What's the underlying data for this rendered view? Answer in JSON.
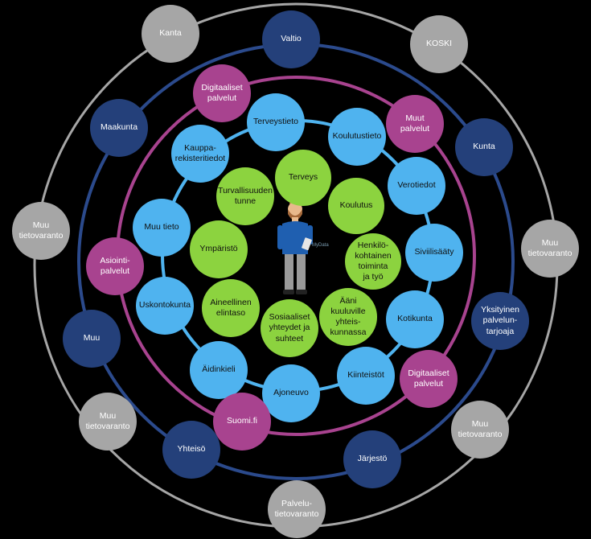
{
  "colors": {
    "green": "#8cd33f",
    "blue": "#4fb3ef",
    "magenta": "#a8438f",
    "navy": "#24407a",
    "gray": "#a6a6a6",
    "ring_outer": "#a6a6a6",
    "ring_navy": "#2b4a8c",
    "ring_magenta": "#a8438f",
    "ring_blue": "#4fb3ef"
  },
  "center": {
    "watermark": "MyData"
  },
  "green_nodes": {
    "terveys": "Terveys",
    "koulutus": "Koulutus",
    "henkilo": "Henkilö-\nkohtainen\ntoiminta\nja työ",
    "aani": "Ääni\nkuuluville\nyhteis-\nkunnassa",
    "sosiaaliset": "Sosiaaliset\nyhteydet ja\nsuhteet",
    "aineellinen": "Aineellinen\nelintaso",
    "ymparisto": "Ympäristö",
    "turvallisuus": "Turvallisuuden\ntunne"
  },
  "blue_nodes": {
    "terveystieto": "Terveystieto",
    "koulutustieto": "Koulutustieto",
    "verotiedot": "Verotiedot",
    "siviilisaaty": "Siviilisääty",
    "kotikunta": "Kotikunta",
    "kiinteistot": "Kiinteistöt",
    "ajoneuvo": "Ajoneuvo",
    "aidinkieli": "Äidinkieli",
    "uskontokunta": "Uskontokunta",
    "muu_tieto": "Muu tieto",
    "kauppa": "Kauppa-\nrekisteritiedot"
  },
  "magenta_nodes": {
    "digitaaliset_top": "Digitaaliset\npalvelut",
    "muut_palvelut": "Muut\npalvelut",
    "digitaaliset_bottom": "Digitaaliset\npalvelut",
    "suomifi": "Suomi.fi",
    "asiointi": "Asiointi-\npalvelut"
  },
  "navy_nodes": {
    "valtio": "Valtio",
    "kunta": "Kunta",
    "yksityinen": "Yksityinen\npalvelun-\ntarjoaja",
    "jarjesto": "Järjestö",
    "yhteiso": "Yhteisö",
    "muu": "Muu",
    "maakunta": "Maakunta"
  },
  "gray_nodes": {
    "kanta": "Kanta",
    "koski": "KOSKI",
    "muu_right": "Muu\ntietovaranto",
    "muu_bottom_right": "Muu\ntietovaranto",
    "palvelu": "Palvelu-\ntietovaranto",
    "muu_bottom_left": "Muu\ntietovaranto",
    "muu_left": "Muu\ntietovaranto"
  }
}
